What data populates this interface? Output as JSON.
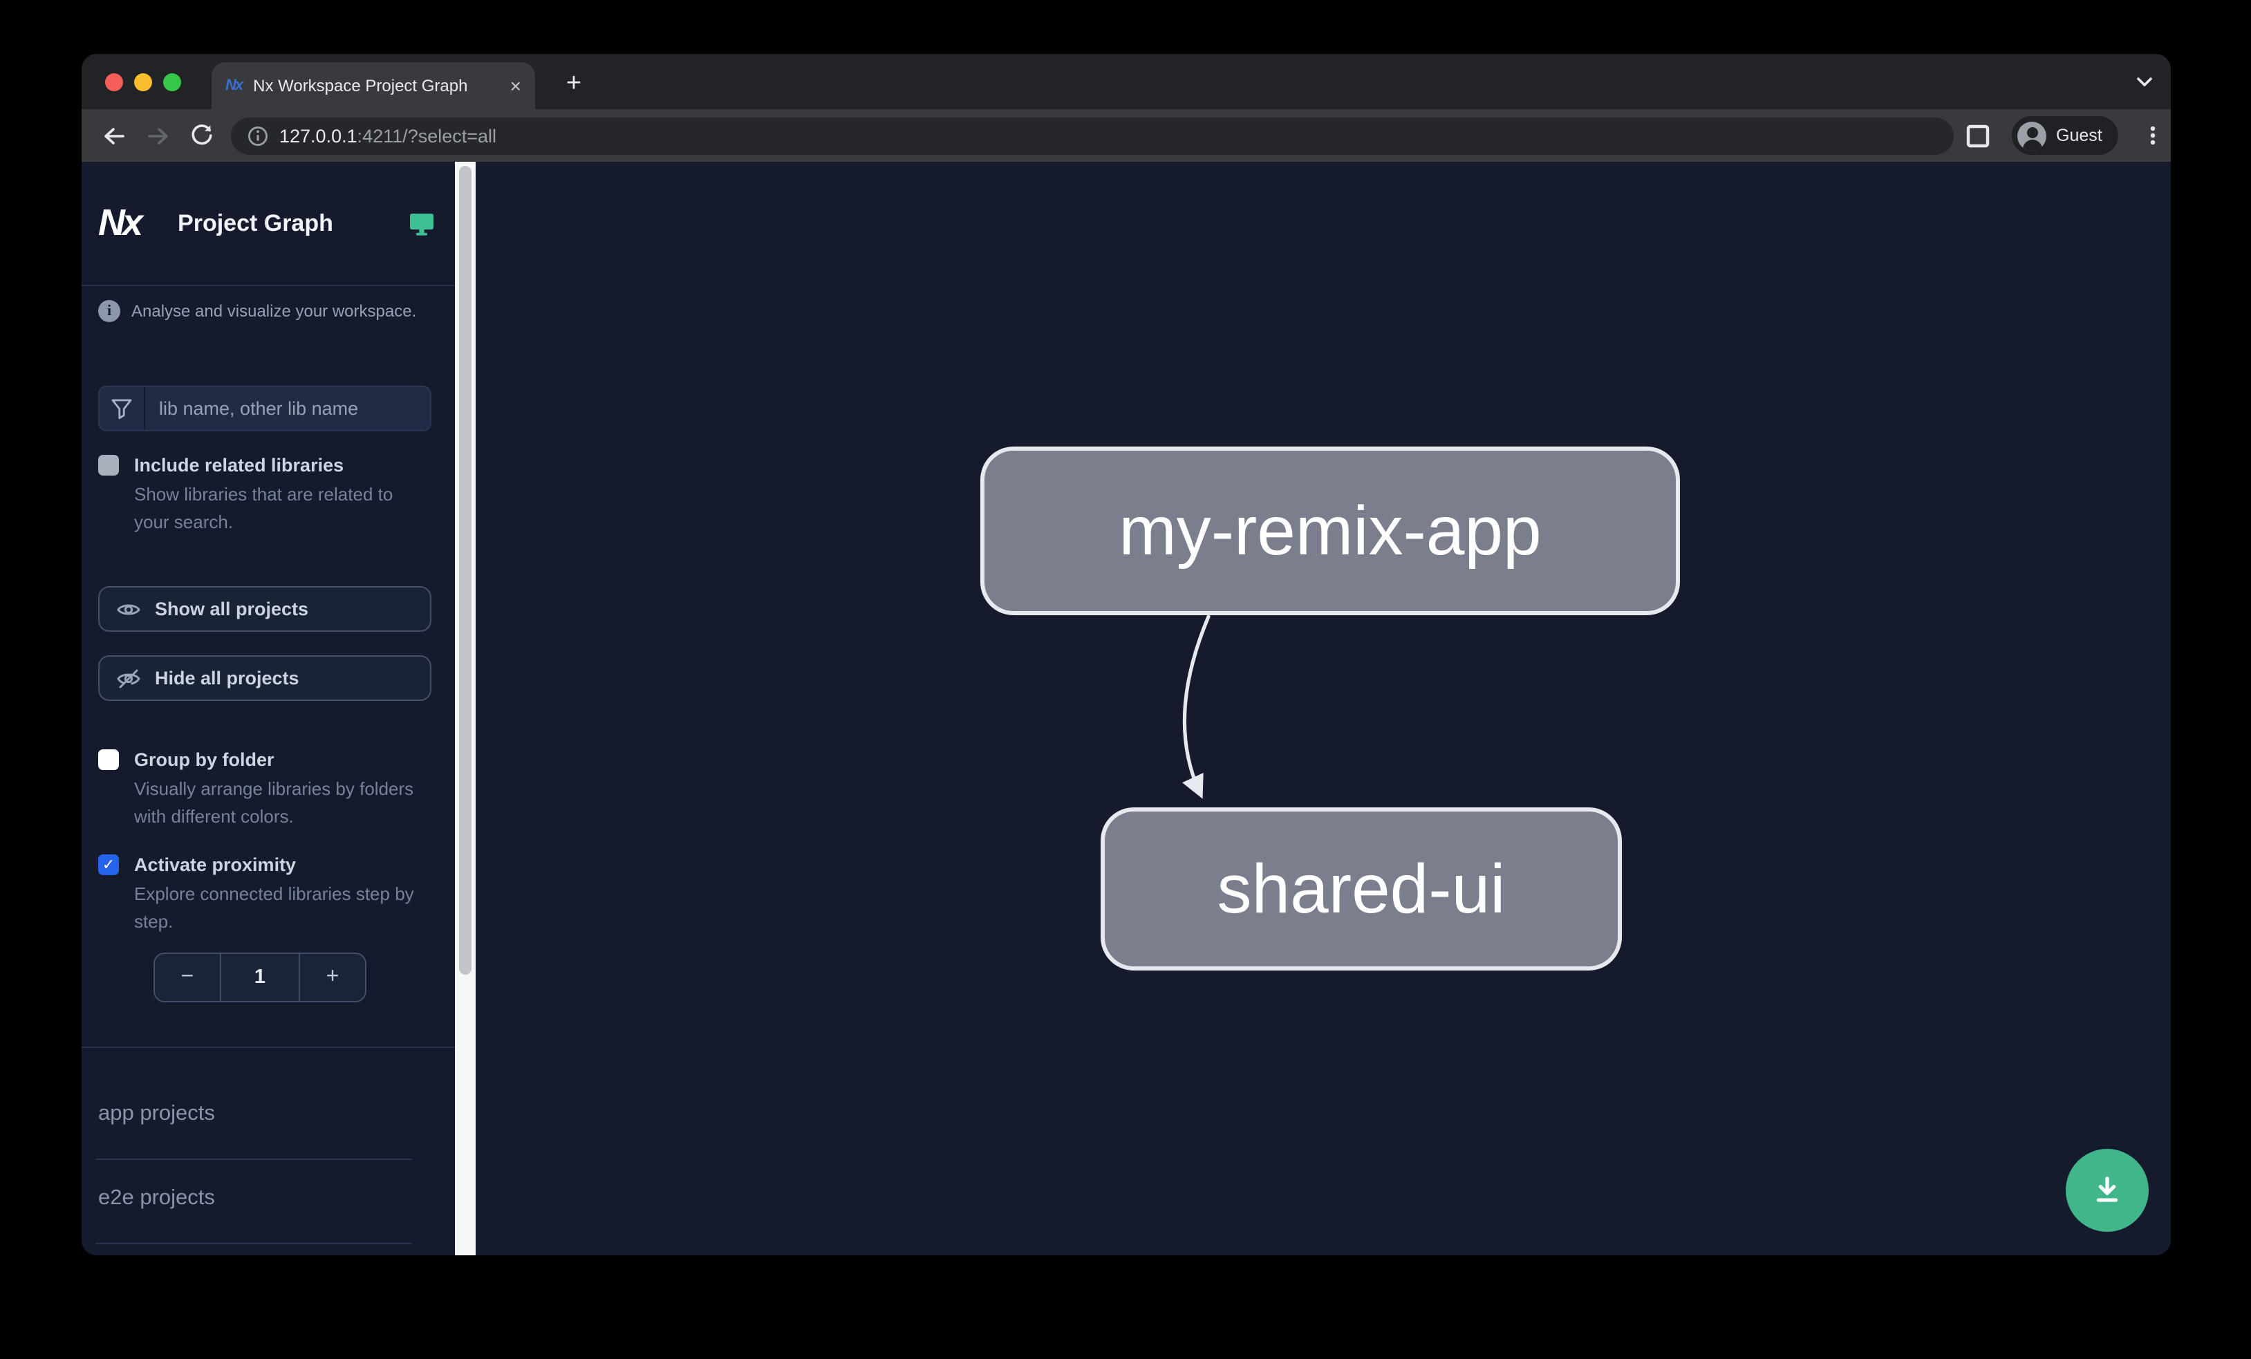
{
  "browser": {
    "tab": {
      "title": "Nx Workspace Project Graph",
      "favicon_text": "Nx",
      "close_glyph": "×",
      "new_tab_glyph": "+"
    },
    "url": {
      "host": "127.0.0.1",
      "rest": ":4211/?select=all"
    },
    "profile": {
      "label": "Guest"
    }
  },
  "sidebar": {
    "logo_text": "Nx",
    "title": "Project Graph",
    "tagline": "Analyse and visualize your workspace.",
    "info_glyph": "i",
    "search": {
      "placeholder": "lib name, other lib name"
    },
    "options": [
      {
        "label": "Include related libraries",
        "description": "Show libraries that are related to your search.",
        "checked": false
      },
      {
        "label": "Group by folder",
        "description": "Visually arrange libraries by folders with different colors.",
        "checked": false
      },
      {
        "label": "Activate proximity",
        "description": "Explore connected libraries step by step.",
        "checked": true
      }
    ],
    "check_glyph": "✓",
    "buttons": {
      "show_all": "Show all projects",
      "hide_all": "Hide all projects"
    },
    "stepper": {
      "decrement": "−",
      "value": "1",
      "increment": "+"
    },
    "sections": [
      {
        "label": "app projects"
      },
      {
        "label": "e2e projects"
      }
    ]
  },
  "graph": {
    "nodes": [
      {
        "id": "my-remix-app",
        "label": "my-remix-app"
      },
      {
        "id": "shared-ui",
        "label": "shared-ui"
      }
    ],
    "edges": [
      {
        "from": "my-remix-app",
        "to": "shared-ui"
      }
    ]
  },
  "colors": {
    "background": "#151a2d",
    "node_fill": "#7b7f8d",
    "node_border": "#e7e9ee",
    "accent_green": "#41b68b",
    "checkbox_blue": "#2563eb",
    "monitor_icon_green": "#3fbf94"
  }
}
